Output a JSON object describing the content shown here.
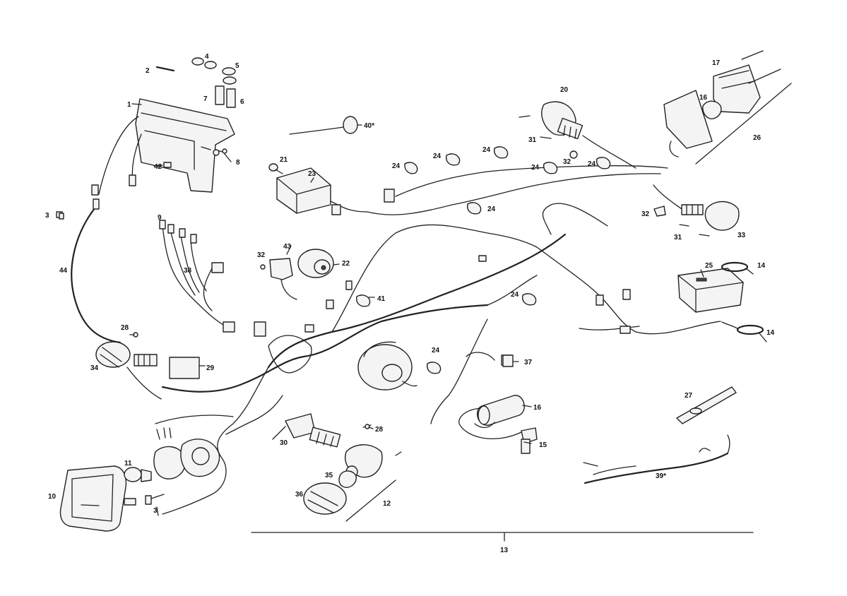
{
  "callouts": [
    {
      "key": "c1",
      "text": "1"
    },
    {
      "key": "c2",
      "text": "2"
    },
    {
      "key": "c3",
      "text": "3"
    },
    {
      "key": "c3b",
      "text": "3"
    },
    {
      "key": "c4",
      "text": "4"
    },
    {
      "key": "c5",
      "text": "5"
    },
    {
      "key": "c6",
      "text": "6"
    },
    {
      "key": "c7",
      "text": "7"
    },
    {
      "key": "c8",
      "text": "8"
    },
    {
      "key": "c9",
      "text": "9"
    },
    {
      "key": "c10",
      "text": "10"
    },
    {
      "key": "c11",
      "text": "11"
    },
    {
      "key": "c12",
      "text": "12"
    },
    {
      "key": "c13",
      "text": "13"
    },
    {
      "key": "c14a",
      "text": "14"
    },
    {
      "key": "c14b",
      "text": "14"
    },
    {
      "key": "c15",
      "text": "15"
    },
    {
      "key": "c16a",
      "text": "16"
    },
    {
      "key": "c16b",
      "text": "16"
    },
    {
      "key": "c17",
      "text": "17"
    },
    {
      "key": "c20",
      "text": "20"
    },
    {
      "key": "c21",
      "text": "21"
    },
    {
      "key": "c22",
      "text": "22"
    },
    {
      "key": "c23",
      "text": "23"
    },
    {
      "key": "c24a",
      "text": "24"
    },
    {
      "key": "c24b",
      "text": "24"
    },
    {
      "key": "c24c",
      "text": "24"
    },
    {
      "key": "c24d",
      "text": "24"
    },
    {
      "key": "c24e",
      "text": "24"
    },
    {
      "key": "c24f",
      "text": "24"
    },
    {
      "key": "c24g",
      "text": "24"
    },
    {
      "key": "c24h",
      "text": "24"
    },
    {
      "key": "c25",
      "text": "25"
    },
    {
      "key": "c26",
      "text": "26"
    },
    {
      "key": "c27",
      "text": "27"
    },
    {
      "key": "c28a",
      "text": "28"
    },
    {
      "key": "c28b",
      "text": "28"
    },
    {
      "key": "c29",
      "text": "29"
    },
    {
      "key": "c30",
      "text": "30"
    },
    {
      "key": "c31a",
      "text": "31"
    },
    {
      "key": "c31b",
      "text": "31"
    },
    {
      "key": "c32a",
      "text": "32"
    },
    {
      "key": "c32b",
      "text": "32"
    },
    {
      "key": "c32c",
      "text": "32"
    },
    {
      "key": "c33",
      "text": "33"
    },
    {
      "key": "c34",
      "text": "34"
    },
    {
      "key": "c35",
      "text": "35"
    },
    {
      "key": "c36",
      "text": "36"
    },
    {
      "key": "c37",
      "text": "37"
    },
    {
      "key": "c38",
      "text": "38"
    },
    {
      "key": "c39",
      "text": "39*"
    },
    {
      "key": "c40",
      "text": "40*"
    },
    {
      "key": "c41",
      "text": "41"
    },
    {
      "key": "c42",
      "text": "42"
    },
    {
      "key": "c43",
      "text": "43"
    },
    {
      "key": "c44",
      "text": "44"
    }
  ]
}
